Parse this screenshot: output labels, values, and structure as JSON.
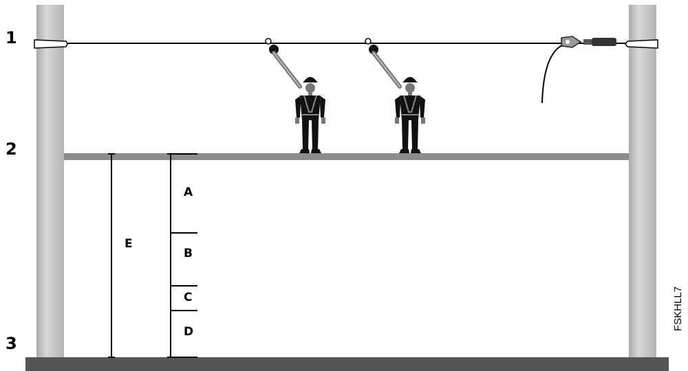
{
  "levels": [
    "1",
    "2",
    "3"
  ],
  "segments": [
    "A",
    "B",
    "C",
    "D"
  ],
  "total_label": "E",
  "figure_code": "FSKHLL7",
  "colors": {
    "post": "#c4c4c4",
    "platform": "#8c8c8c",
    "ground": "#555555",
    "line": "#000000",
    "worker": "#111111",
    "skin": "#777777"
  }
}
